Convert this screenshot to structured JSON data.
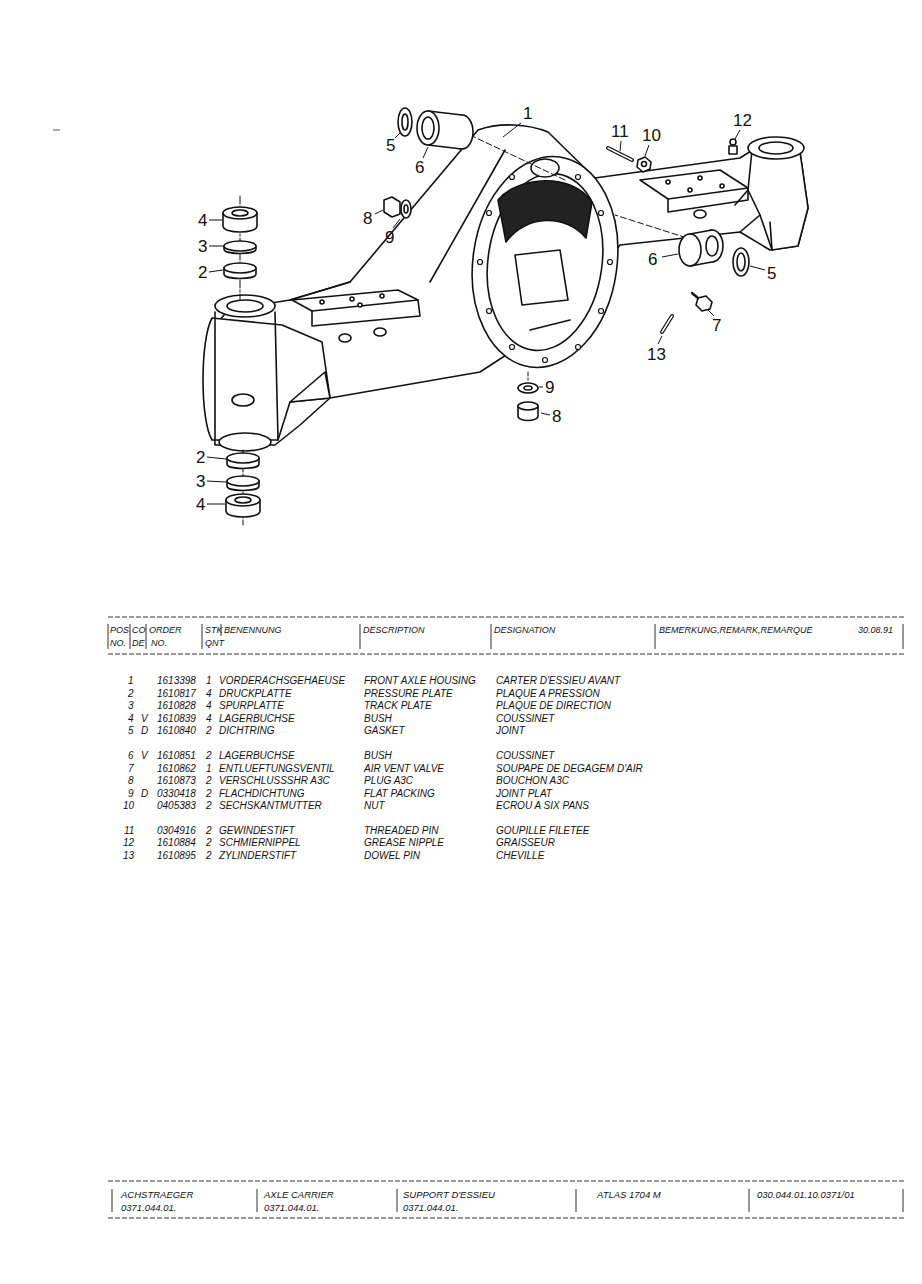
{
  "diagram": {
    "labels": [
      "1",
      "11",
      "10",
      "12",
      "5",
      "6",
      "8",
      "9",
      "4",
      "3",
      "2",
      "6",
      "5",
      "7",
      "13",
      "9",
      "8",
      "2",
      "3",
      "4",
      "POS",
      "CO",
      "ORDER",
      "STK",
      "BENENNUNG",
      "DESCRIPTION",
      "DESIGNATION",
      "BEMERKUNG,REMARK,REMARQUE",
      "30.08.91",
      "NO.",
      "DE",
      "NO.",
      "QNT",
      "1",
      "1613398",
      "1",
      "VORDERACHSGEHAEUSE",
      "FRONT AXLE HOUSING",
      "CARTER D'ESSIEU AVANT",
      "2",
      "1610817",
      "4",
      "DRUCKPLATTE",
      "PRESSURE PLATE",
      "PLAQUE A PRESSION",
      "3",
      "1610828",
      "4",
      "SPURPLATTE",
      "TRACK PLATE",
      "PLAQUE DE DIRECTION",
      "4",
      "V",
      "1610839",
      "4",
      "LAGERBUCHSE",
      "BUSH",
      "COUSSINET",
      "5",
      "D",
      "1610840",
      "2",
      "DICHTRING",
      "GASKET",
      "JOINT",
      "6",
      "V",
      "1610851",
      "2",
      "LAGERBUCHSE",
      "BUSH",
      "COUSSINET",
      "7",
      "1610862",
      "1",
      "ENTLUEFTUNGSVENTIL",
      "AIR VENT VALVE",
      "SOUPAPE DE DEGAGEM D'AIR",
      "8",
      "1610873",
      "2",
      "VERSCHLUSSSHR A3C",
      "PLUG A3C",
      "BOUCHON A3C",
      "9",
      "D",
      "0330418",
      "2",
      "FLACHDICHTUNG",
      "FLAT PACKING",
      "JOINT PLAT",
      "10",
      "0405383",
      "2",
      "SECHSKANTMUTTER",
      "NUT",
      "ECROU A SIX PANS",
      "11",
      "0304916",
      "2",
      "GEWINDESTIFT",
      "THREADED PIN",
      "GOUPILLE FILETEE",
      "12",
      "1610884",
      "2",
      "SCHMIERNIPPEL",
      "GREASE NIPPLE",
      "GRAISSEUR",
      "13",
      "1610895",
      "2",
      "ZYLINDERSTIFT",
      "DOWEL PIN",
      "CHEVILLE",
      "ACHSTRAEGER",
      "0371.044.01.",
      "AXLE CARRIER",
      "0371.044.01.",
      "SUPPORT D'ESSIEU",
      "0371.044.01.",
      "ATLAS 1704 M",
      "030.044.01.10.0371/01"
    ]
  }
}
